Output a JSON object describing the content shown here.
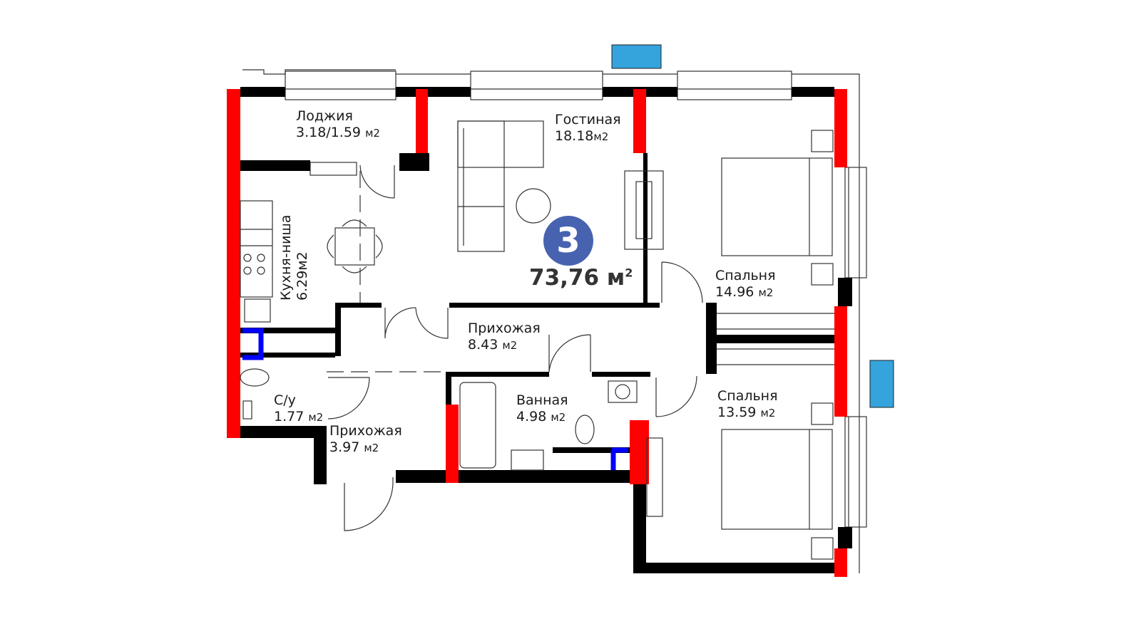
{
  "plan": {
    "rooms_count": "3",
    "total_area": "73,76",
    "total_unit": "м",
    "total_unit_sup": "2"
  },
  "rooms": [
    {
      "name": "Лоджия",
      "area": "3.18/1.59",
      "unit": "м2"
    },
    {
      "name": "Гостиная",
      "area": "18.18",
      "unit": "м2"
    },
    {
      "name": "Кухня-ниша",
      "area": "6.29",
      "unit": "м2"
    },
    {
      "name": "Спальня",
      "area": "14.96",
      "unit": "м2"
    },
    {
      "name": "Прихожая",
      "area": "8.43",
      "unit": "м2"
    },
    {
      "name": "Ванная",
      "area": "4.98",
      "unit": "м2"
    },
    {
      "name": "С/у",
      "area": "1.77",
      "unit": "м2"
    },
    {
      "name": "Прихожая",
      "area": "3.97",
      "unit": "м2"
    },
    {
      "name": "Спальня",
      "area": "13.59",
      "unit": "м2"
    }
  ],
  "colors": {
    "wall": "#000000",
    "bearing": "#ff0000",
    "vent": "#0000ff",
    "ac": "#35a3dc",
    "badge": "#4763b0"
  }
}
